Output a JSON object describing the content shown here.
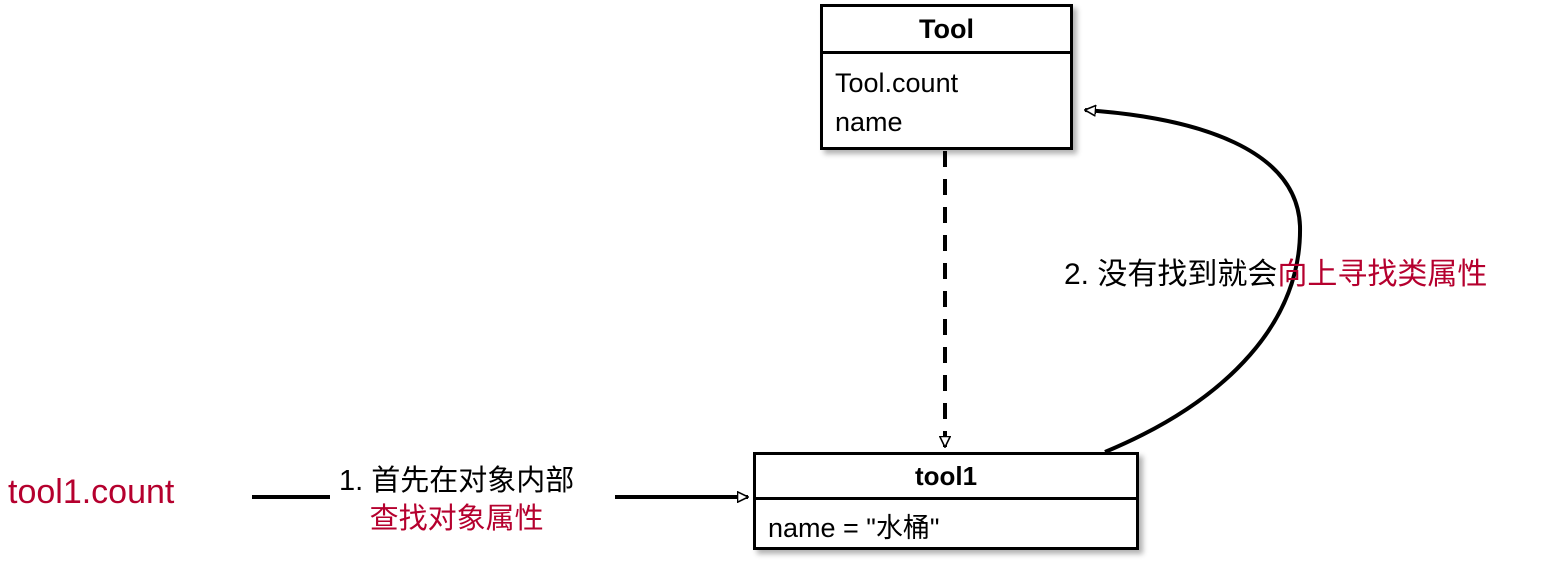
{
  "diagram": {
    "title": "Python attribute lookup: instance then class",
    "type": "uml-object-lookup-diagram",
    "colors": {
      "stroke": "#000000",
      "accent_red": "#B5002E",
      "background": "#ffffff"
    },
    "class_box": {
      "name": "Tool",
      "attributes": [
        "Tool.count",
        "name"
      ]
    },
    "instance_box": {
      "name": "tool1",
      "attributes": [
        "name = \"水桶\""
      ]
    },
    "expression_label": "tool1.count",
    "steps": [
      {
        "number": "1.",
        "line1": "1. 首先在对象内部",
        "line2": "查找对象属性"
      },
      {
        "number": "2.",
        "black_text": "2. 没有找到就会",
        "red_text": "向上寻找类属性"
      }
    ],
    "connectors": [
      {
        "name": "expression-to-step1-line",
        "style": "solid",
        "arrowhead": "none"
      },
      {
        "name": "step1-to-instance-arrow",
        "style": "solid",
        "arrowhead": "hollow-triangle"
      },
      {
        "name": "class-to-instance-dashed-arrow",
        "style": "dashed",
        "arrowhead": "hollow-triangle"
      },
      {
        "name": "instance-to-class-curved-arrow",
        "style": "solid-curve",
        "arrowhead": "hollow-triangle"
      }
    ]
  }
}
